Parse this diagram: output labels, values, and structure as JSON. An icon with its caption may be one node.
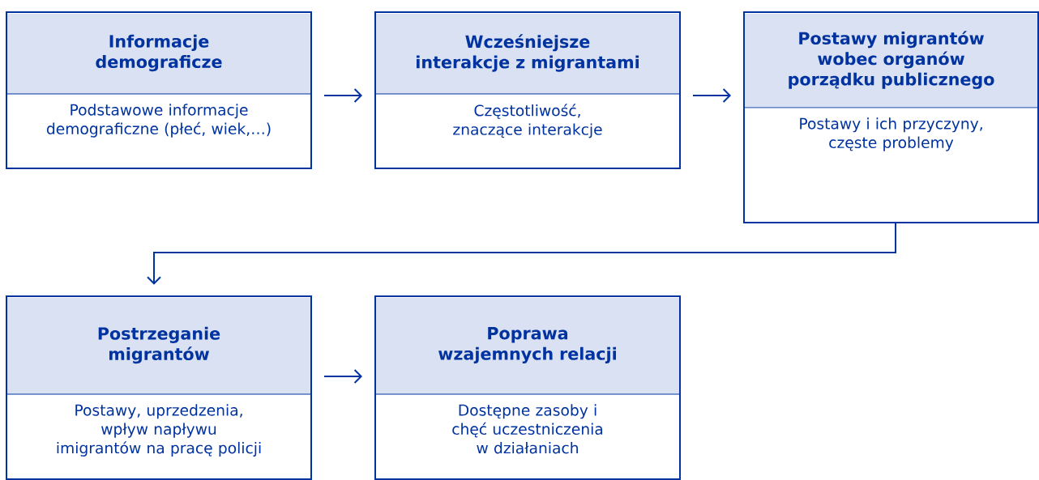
{
  "diagram": {
    "nodes": [
      {
        "text": [
          "Informacje demograficze",
          "Podstawowe informacje demograficzne (płeć, wiek,…)"
        ]
      },
      {
        "text": [
          "Wcześniejsze interakcje z migrantami",
          "Częstotliwość, znaczące interakcje"
        ]
      },
      {
        "text": [
          "Postawy migrantów wobec organów porządku publicznego",
          "Postawy i ich przyczyny, częste problemy"
        ]
      },
      {
        "text": [
          "Postrzeganie migrantów",
          "Postawy, uprzedzenia, wpływ napływu imigrantów na pracę policji"
        ]
      },
      {
        "text": [
          "Poprawa wzajemnych relacji",
          "Dostępne zasoby i chęć uczestniczenia w działaniach"
        ]
      }
    ],
    "edges": [
      {
        "from": 0,
        "to": 1,
        "arrow": "to"
      },
      {
        "from": 1,
        "to": 2,
        "arrow": "to"
      },
      {
        "from": 2,
        "to": 3,
        "arrow": "to"
      },
      {
        "from": 3,
        "to": 4,
        "arrow": "to"
      }
    ]
  }
}
